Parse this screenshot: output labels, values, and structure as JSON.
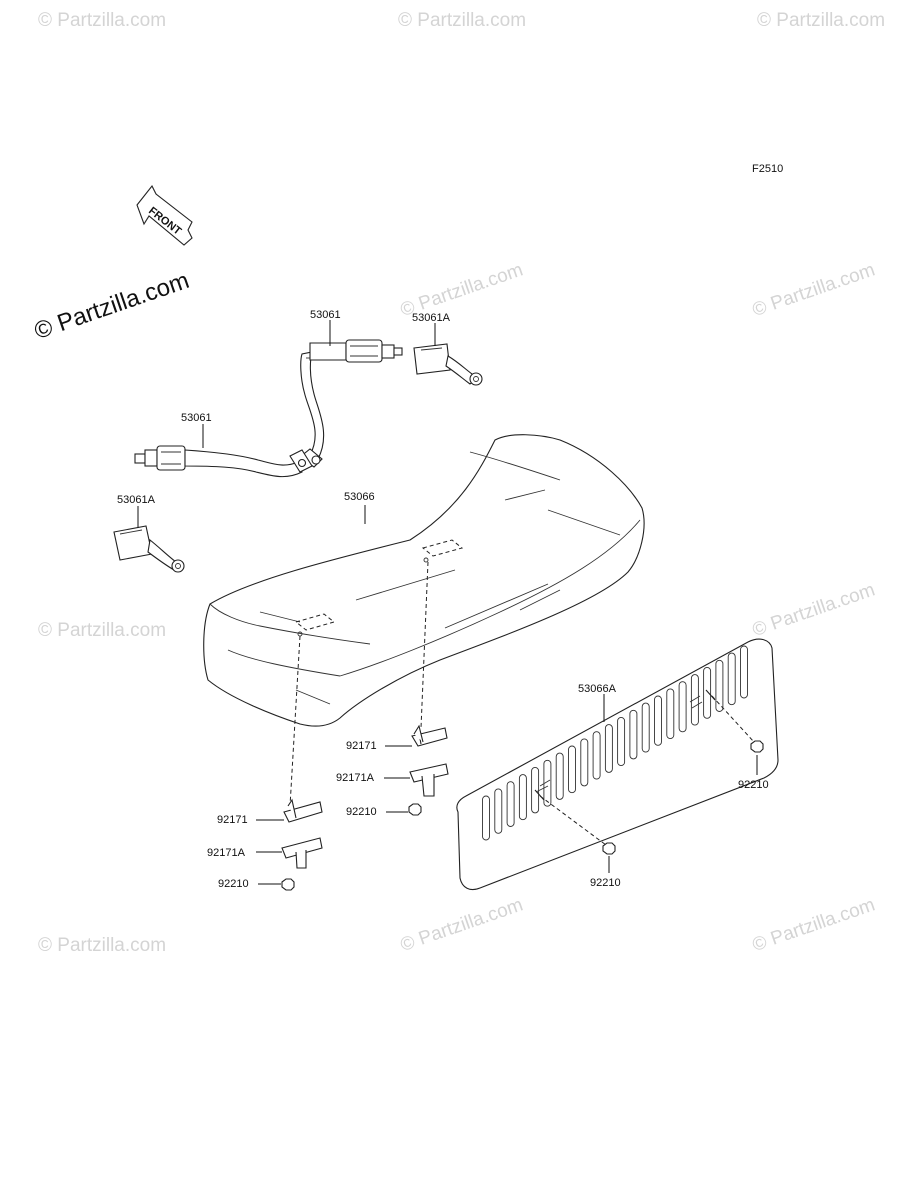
{
  "figure_code": "F2510",
  "front_label": "FRONT",
  "watermark_main": "© Partzilla.com",
  "watermark_faint": "© Partzilla.com",
  "callouts": {
    "belt_upper": "53061",
    "buckle_upper": "53061A",
    "belt_lower": "53061",
    "buckle_lower": "53061A",
    "seat": "53066",
    "panel": "53066A",
    "bracket_right": "92171",
    "bracket_right_a": "92171A",
    "nut_center": "92210",
    "bracket_left": "92171",
    "bracket_left_a": "92171A",
    "nut_left": "92210",
    "nut_panel_right": "92210",
    "nut_panel_bottom": "92210"
  }
}
